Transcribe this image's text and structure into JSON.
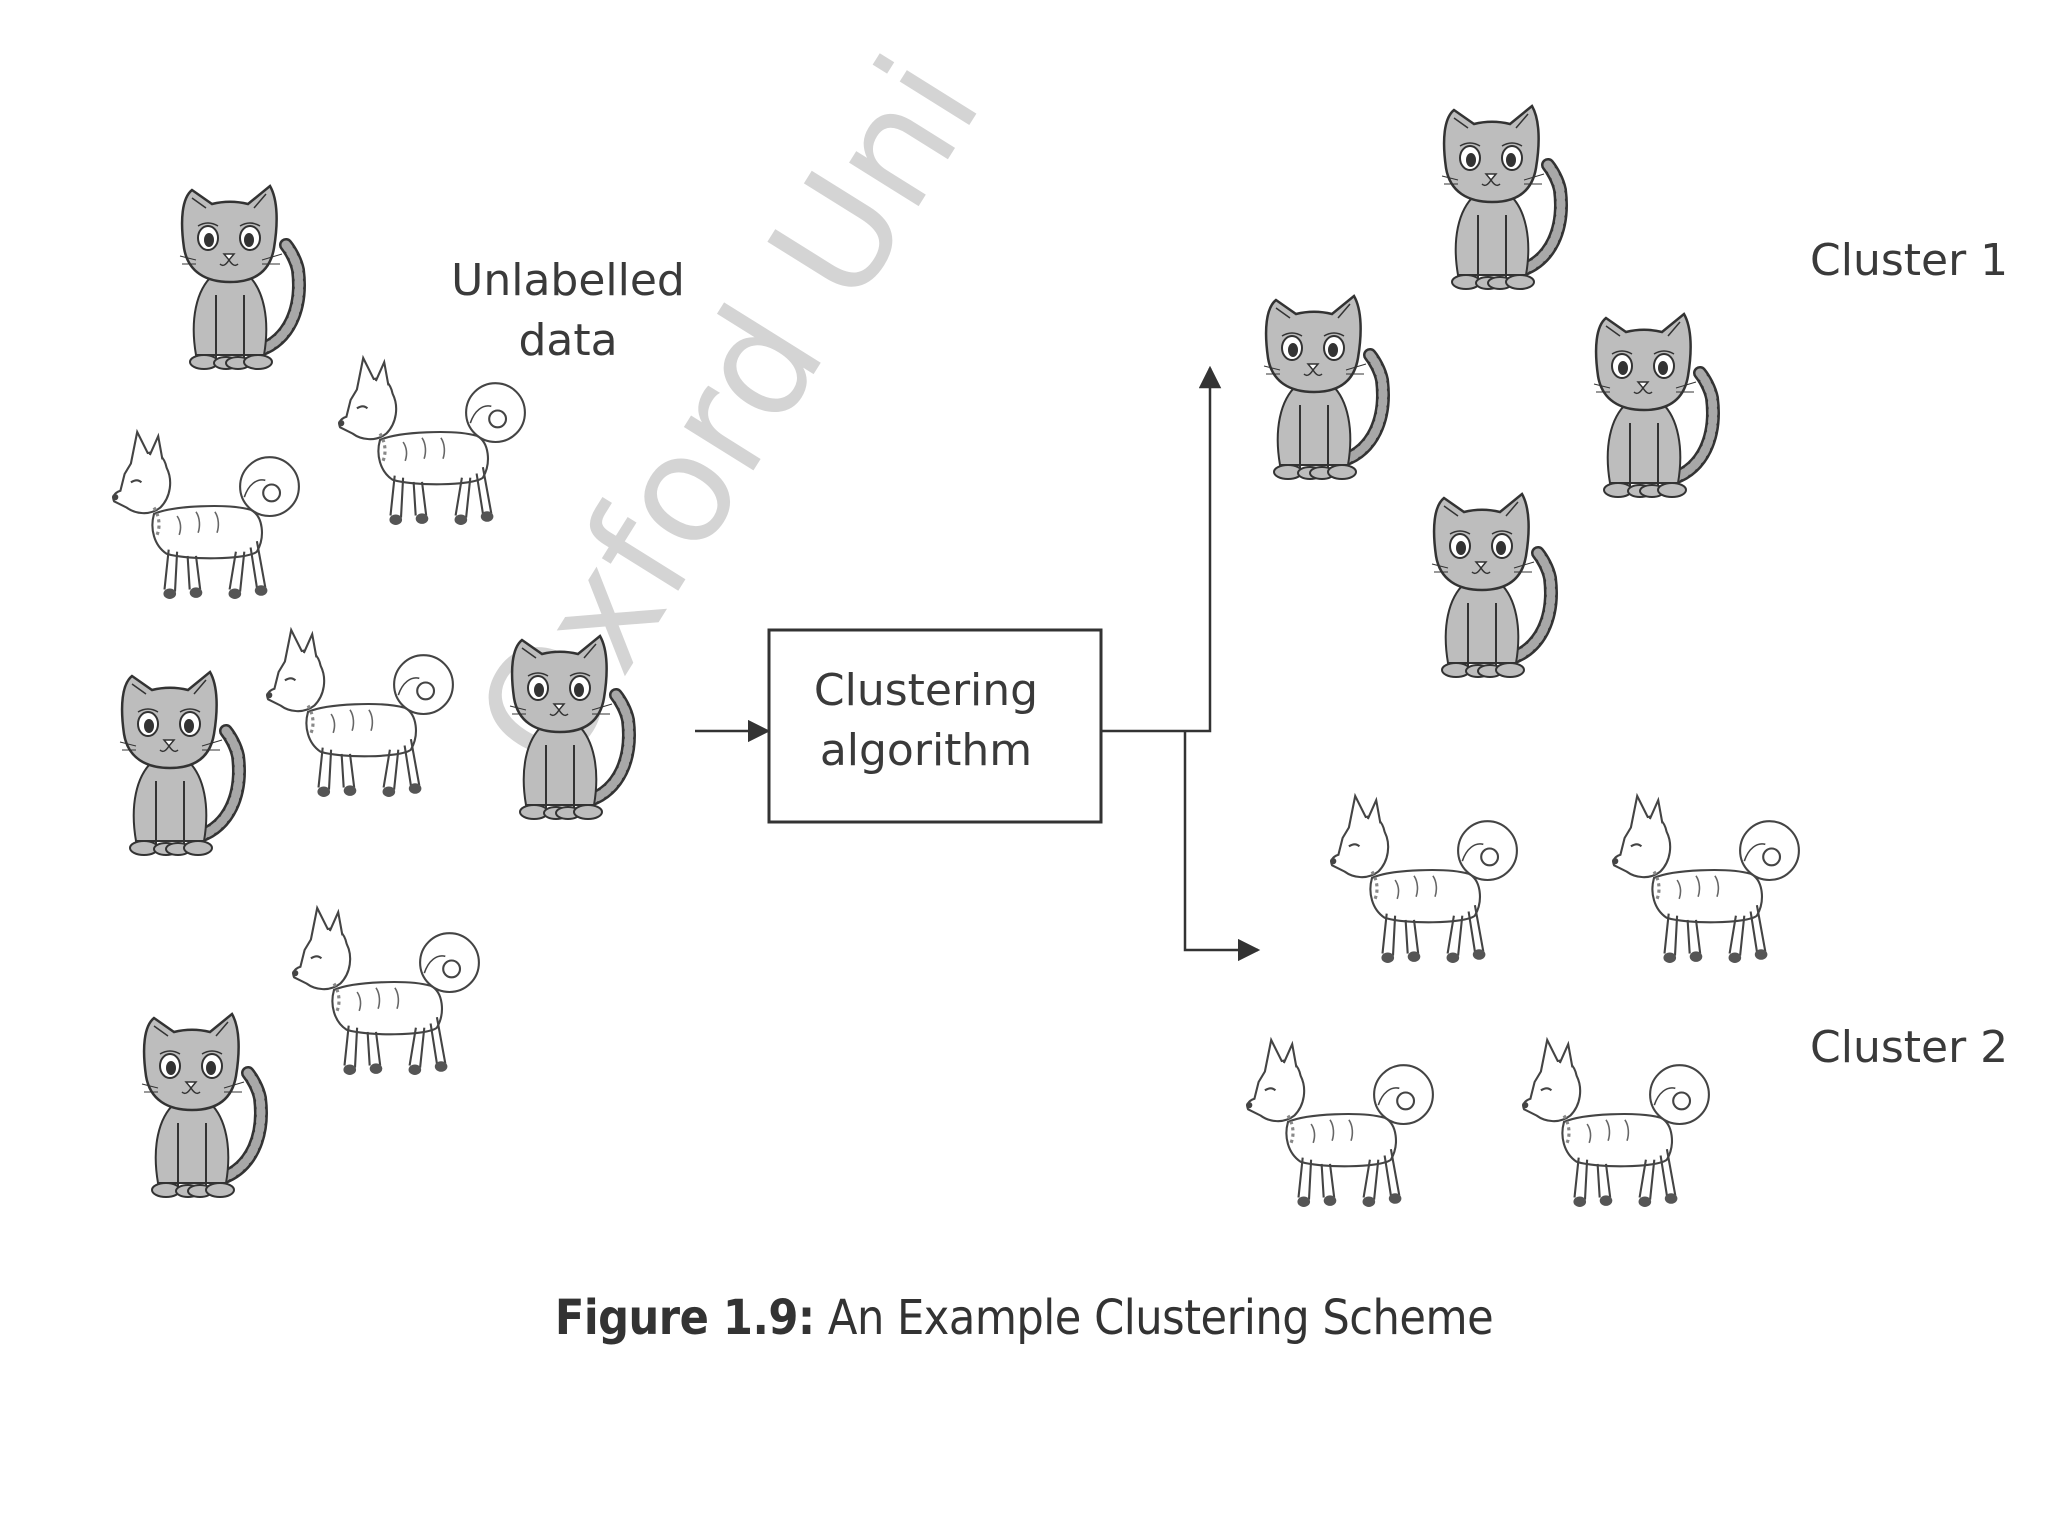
{
  "figure": {
    "caption_label": "Figure 1.9:",
    "caption_text": "An Example Clustering Scheme"
  },
  "labels": {
    "unlabelled_line1": "Unlabelled",
    "unlabelled_line2": "data",
    "algorithm_line1": "Clustering",
    "algorithm_line2": "algorithm",
    "cluster1": "Cluster 1",
    "cluster2": "Cluster 2"
  },
  "watermark": "Oxford Uni",
  "colors": {
    "stroke": "#333333",
    "cat_fill": "#bdbdbd",
    "watermark": "#d4d4d4"
  },
  "icons": {
    "cat": "cat-icon",
    "dog": "dog-icon"
  }
}
